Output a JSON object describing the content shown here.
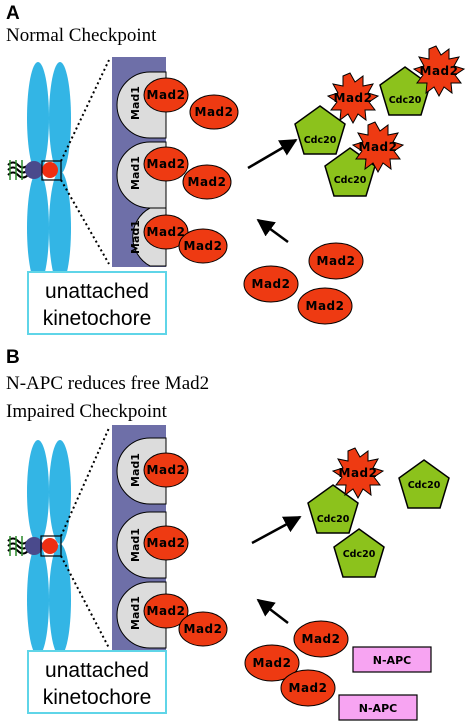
{
  "panel_a": {
    "letter": "A",
    "title": "Normal Checkpoint",
    "caption_lines": [
      "unattached",
      "kinetochore"
    ]
  },
  "panel_b": {
    "letter": "B",
    "title_lines": [
      "N-APC reduces free Mad2",
      "Impaired Checkpoint"
    ],
    "caption_lines": [
      "unattached",
      "kinetochore"
    ]
  },
  "labels": {
    "mad1": "Mad1",
    "mad2": "Mad2",
    "cdc20": "Cdc20",
    "napc": "N-APC"
  },
  "colors": {
    "chromosome": "#33b5e5",
    "centromere": "#4a4a8c",
    "kinetochore": "#ee2e12",
    "kinetochore_panel": "#6e6fa8",
    "mad1_shell": "#dcdcdc",
    "mad2": "#ee3a12",
    "cdc20": "#8cc21c",
    "napc": "#f7a4f2",
    "caption_border": "#5fd5e8"
  }
}
